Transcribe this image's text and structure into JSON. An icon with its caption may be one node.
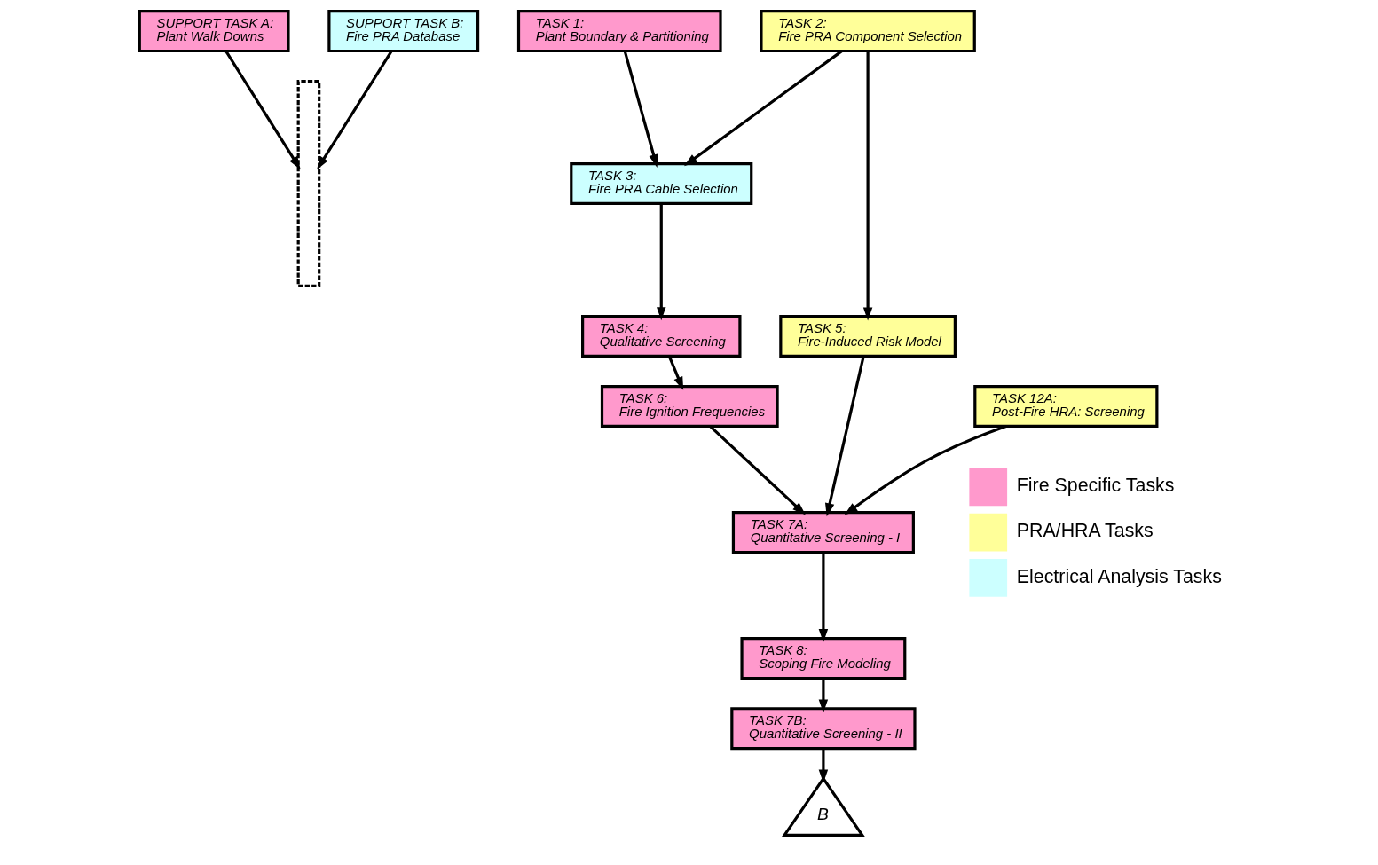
{
  "diagram": {
    "nodes": [
      {
        "text": [],
        "shape": "box"
      },
      {
        "text": [
          "TASK 1:",
          "Plant Boundary & Partitioning"
        ]
      },
      {
        "text": [
          "TASK 2:",
          "Fire PRA Component Selection"
        ]
      },
      {
        "text": [
          "SUPPORT TASK A:",
          "Plant Walk Downs"
        ]
      },
      {
        "text": [
          "TASK 3:",
          "Fire PRA Cable Selection"
        ]
      },
      {
        "text": [
          "TASK 4:",
          "Qualitative Screening"
        ]
      },
      {
        "text": [
          "TASK 5:",
          "Fire-Induced Risk Model"
        ]
      },
      {
        "text": [
          "SUPPORT TASK B:",
          "Fire PRA Database"
        ]
      },
      {
        "text": [
          "TASK 6:",
          "Fire Ignition Frequencies"
        ]
      },
      {
        "text": [
          "TASK 7A:",
          "Quantitative Screening - I"
        ]
      },
      {
        "text": [
          "TASK 12A:",
          "Post-Fire HRA: Screening"
        ]
      },
      {
        "text": [
          "TASK 8:",
          "Scoping Fire Modeling"
        ]
      },
      {
        "text": [
          "TASK 7B:",
          "Quantitative Screening - II"
        ]
      },
      {
        "text": [
          "B"
        ]
      }
    ],
    "edges": [
      {
        "from": 1,
        "to": 4,
        "arrow": "to"
      },
      {
        "from": 2,
        "to": 4,
        "arrow": "to"
      },
      {
        "from": 2,
        "to": 6,
        "arrow": "to"
      },
      {
        "from": 3,
        "to": 0,
        "arrow": "to"
      },
      {
        "from": 4,
        "to": 5,
        "arrow": "to"
      },
      {
        "from": 5,
        "to": 8,
        "arrow": "to"
      },
      {
        "from": 8,
        "to": 9,
        "arrow": "to"
      },
      {
        "from": 6,
        "to": 9,
        "arrow": "to"
      },
      {
        "from": 10,
        "to": 9,
        "arrow": "to"
      },
      {
        "from": 7,
        "to": 0,
        "arrow": "to"
      },
      {
        "from": 9,
        "to": 11,
        "arrow": "to"
      },
      {
        "from": 11,
        "to": 12,
        "arrow": "to"
      },
      {
        "from": 12,
        "to": 13,
        "arrow": "to"
      }
    ],
    "legend": [
      {
        "text": "Fire Specific Tasks",
        "color": "#ff99cc"
      },
      {
        "text": "PRA/HRA Tasks",
        "color": "#ffff99"
      },
      {
        "text": "Electrical Analysis Tasks",
        "color": "#ccffff"
      }
    ]
  }
}
